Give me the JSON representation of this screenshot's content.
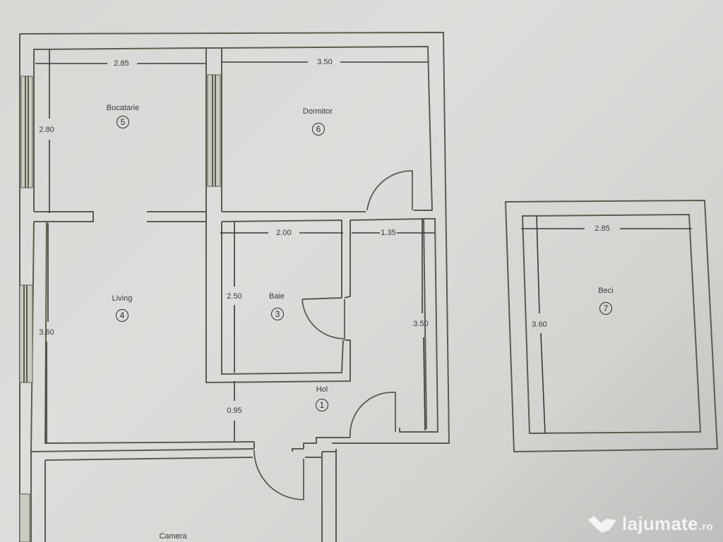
{
  "plan": {
    "rooms": [
      {
        "id": "hol",
        "name": "Hol",
        "number": "1"
      },
      {
        "id": "baie",
        "name": "Baie",
        "number": "3"
      },
      {
        "id": "living",
        "name": "Living",
        "number": "4"
      },
      {
        "id": "bucatarie",
        "name": "Bucatarie",
        "number": "5"
      },
      {
        "id": "dormitor",
        "name": "Dormitor",
        "number": "6"
      },
      {
        "id": "beci",
        "name": "Beci",
        "number": "7"
      },
      {
        "id": "camera",
        "name": "Camera",
        "number": ""
      }
    ],
    "dimensions": {
      "bucatarie_width": "2.85",
      "bucatarie_height": "2.80",
      "dormitor_width": "3.50",
      "baie_width": "2.00",
      "baie_height": "2.50",
      "hol_width": "1.35",
      "hol_height": "3.50",
      "hol_gap": "0.95",
      "living_height": "3.60",
      "beci_width": "2.85",
      "beci_height": "3.60"
    },
    "colors": {
      "paper": "#d8dad6",
      "wall": "#5a5c50",
      "text": "#3a3a3a"
    }
  },
  "watermark": {
    "brand": "lajumate",
    "tld": ".ro"
  }
}
